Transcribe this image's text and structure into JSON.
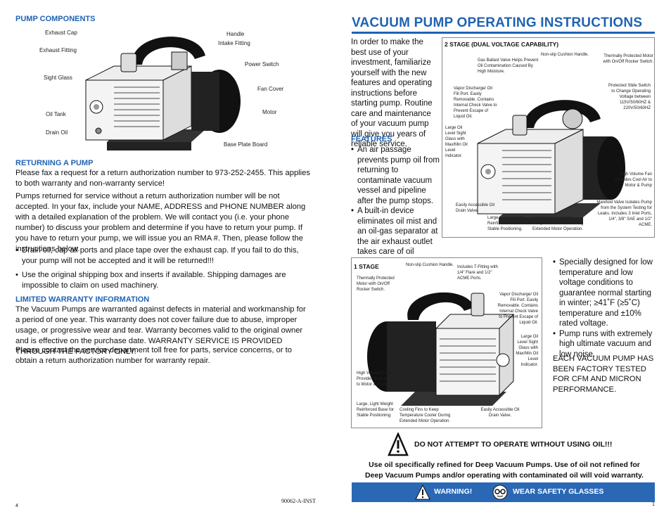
{
  "left": {
    "pump_components_heading": "PUMP COMPONENTS",
    "component_labels": {
      "exhaust_cap": "Exhaust Cap",
      "exhaust_fitting": "Exhaust Fitting",
      "sight_glass": "Sight Glass",
      "oil_tank": "Oil Tank",
      "drain_oil": "Drain Oil",
      "handle": "Handle",
      "intake_fitting": "Intake Fitting",
      "power_switch": "Power Switch",
      "fan_cover": "Fan Cover",
      "motor": "Motor",
      "base_plate_board": "Base Plate Board"
    },
    "returning_heading": "RETURNING A PUMP",
    "returning_p1": "Please fax a request for a return authorization number to 973-252-2455. This applies to both warranty and non-warranty service!",
    "returning_p2": "Pumps returned for service without a return authorization number will be not accepted. In your fax, include your NAME, ADDRESS and PHONE NUMBER along with a detailed explanation of the problem. We will contact you (i.e. your phone number) to discuss your problem and determine if you have to return your pump. If you have to return your pump, we will issue you an RMA #. Then, please follow the instructions below.",
    "returning_bullets": [
      "Drain oil, cap all ports and place tape over the exhaust cap. If you fail to do this, your pump will not be accepted and it will be returned!!!",
      "Use the original shipping box and inserts if available. Shipping damages are impossible to claim on used machinery."
    ],
    "warranty_heading": "LIMITED WARRANTY INFORMATION",
    "warranty_p1": "The Vacuum Pumps are warranted against defects in material and workmanship for a period of one year. This warranty does not cover failure due to abuse, improper usage, or progressive wear and tear. Warranty becomes valid to the original owner and is effective on the purchase date. WARRANTY SERVICE IS PROVIDED THROUGH THE FACTORY ONLY.",
    "warranty_p2": "Please contact the service department toll free for parts, service concerns, or to obtain a return authorization number for warranty repair.",
    "page_number": "4",
    "doc_code": "90062-A-INST"
  },
  "right": {
    "title": "VACUUM PUMP OPERATING INSTRUCTIONS",
    "intro": "In order to make the best use of your investment, familiarize yourself with the new features and operating instructions before starting pump. Routine care and maintenance of your vacuum pump will give you years of reliable service.",
    "features_heading": "FEATURES",
    "features_bullets": [
      "An air passage prevents pump oil from returning to contaminate vacuum vessel and pipeline after the pump stops.",
      "A built-in device eliminates oil mist and an oil-gas separator at the air exhaust outlet takes care of oil contamination in the air exhaust."
    ],
    "two_stage_heading": "2 STAGE (DUAL VOLTAGE CAPABILITY)",
    "two_stage_labels": {
      "gas_ballast": "Gas Ballast Valve Helps Prevent Oil Contamination Caused By High Moisture.",
      "nonslip": "Non-slip Cushion Handle.",
      "thermal": "Thermally Protected Motor with On/Off Rocker Switch.",
      "vapor": "Vapor Discharge/ Oil Fill Port. Easily Removable. Contains Internal Check Valve to Prevent Escape of Liquid Oil.",
      "protected_slide": "Protected Slide Switch to Change Operating Voltage between 115V/50/60HZ & 220V/50/60HZ",
      "large_oil": "Large Oil Level Sight Glass with Max/Min Oil Level Indicator.",
      "high_volume": "High Volume Fan Provides Cool Air to Motor & Pump",
      "easily_drain": "Easily Accessible Oil Drain Valve.",
      "large_base": "Large, Light Weight Reinforced Base for Stable Positioning.",
      "cooling": "Cooling Fins to Keep Temperature Cooler During Extended Motor Operation.",
      "manifold": "Manifold Valve Isolates Pump from the System Testing for Leaks. Includes 3 Inlet Ports, 1/4\", 3/8\" SAE and 1/2\" ACME."
    },
    "one_stage_heading": "1 STAGE",
    "one_stage_labels": {
      "nonslip": "Non-slip Cushion Handle.",
      "includes_t": "Includes T-Fitting with 1/4\" Flare and 1/2\" ACME Ports.",
      "thermal": "Thermally Protected Motor with On/Off Rocker Switch.",
      "vapor": "Vapor Discharge/ Oil Fill Port. Easily Removable. Contains Internal Check Valve to Prevent Escape of Liquid Oil.",
      "large_oil": "Large Oil Level Sight Glass with Max/Min Oil Level Indicator.",
      "high_volume": "High Volume Fan Provides Cool Air to Motor & Pump",
      "large_base": "Large, Light Weight Reinforced Base for Stable Positioning.",
      "cooling": "Cooling Fins to Keep Temperature Cooler During Extended Motor Operation.",
      "easily_drain": "Easily Accessible Oil Drain Valve."
    },
    "specs_bullets": [
      "Specially designed for low temperature and low voltage conditions to guarantee normal starting in winter; ≥41˚F (≥5˚C) temperature and ±10% rated voltage.",
      "Pump runs with extremely high ultimate vacuum and low noise."
    ],
    "factory_tested": "EACH VACUUM PUMP HAS BEEN FACTORY TESTED FOR CFM AND MICRON PERFORMANCE.",
    "caution": "DO NOT ATTEMPT TO OPERATE WITHOUT USING OIL!!!",
    "oil_note": "Use oil specifically refined for Deep Vacuum Pumps. Use of oil not refined for Deep Vacuum Pumps and/or operating with contaminated oil will void warranty.",
    "warning_label": "WARNING!",
    "glasses_label": "WEAR SAFETY GLASSES",
    "page_number": "1",
    "colors": {
      "brand_blue": "#1f63b3",
      "warning_bar": "#2a68b5"
    },
    "icons": [
      "warning-triangle-icon",
      "safety-glasses-icon"
    ]
  }
}
